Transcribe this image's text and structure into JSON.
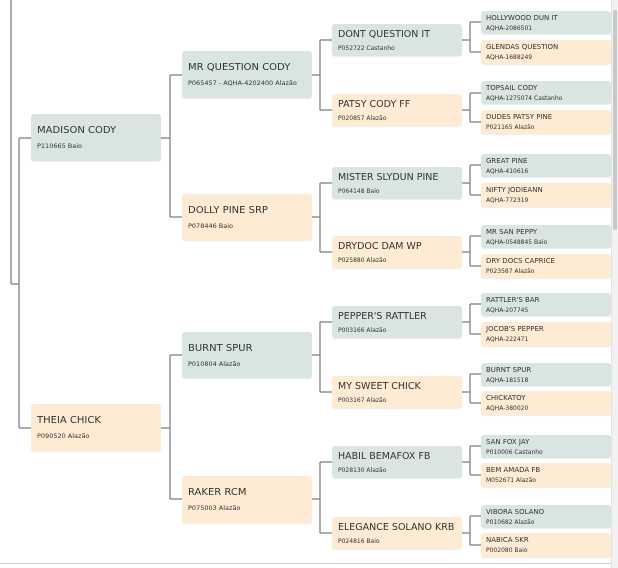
{
  "pedigree": {
    "gen1": [
      {
        "name": "MADISON CODY",
        "reg": "P110665 Baio",
        "sex": "male"
      },
      {
        "name": "THEIA CHICK",
        "reg": "P090520 Alazão",
        "sex": "female"
      }
    ],
    "gen2": [
      {
        "name": "MR QUESTION CODY",
        "reg": "P065457 - AQHA-4202400 Alazão",
        "sex": "male"
      },
      {
        "name": "DOLLY PINE SRP",
        "reg": "P078446 Baio",
        "sex": "female"
      },
      {
        "name": "BURNT SPUR",
        "reg": "P010804 Alazão",
        "sex": "male"
      },
      {
        "name": "RAKER RCM",
        "reg": "P075003 Alazão",
        "sex": "female"
      }
    ],
    "gen3": [
      {
        "name": "DONT QUESTION IT",
        "reg": "P052722 Castanho",
        "sex": "male"
      },
      {
        "name": "PATSY CODY FF",
        "reg": "P020857 Alazão",
        "sex": "female"
      },
      {
        "name": "MISTER SLYDUN PINE",
        "reg": "P064148 Baio",
        "sex": "male"
      },
      {
        "name": "DRYDOC DAM WP",
        "reg": "P025880 Alazão",
        "sex": "female"
      },
      {
        "name": "PEPPER'S RATTLER",
        "reg": "P003166 Alazão",
        "sex": "male"
      },
      {
        "name": "MY SWEET CHICK",
        "reg": "P003167 Alazão",
        "sex": "female"
      },
      {
        "name": "HABIL BEMAFOX FB",
        "reg": "P028130 Alazão",
        "sex": "male"
      },
      {
        "name": "ELEGANCE SOLANO KRB",
        "reg": "P024816 Baio",
        "sex": "female"
      }
    ],
    "gen4": [
      {
        "name": "HOLLYWOOD DUN IT",
        "reg": "AQHA-2086501",
        "sex": "male"
      },
      {
        "name": "GLENDAS QUESTION",
        "reg": "AQHA-1688249",
        "sex": "female"
      },
      {
        "name": "TOPSAIL CODY",
        "reg": "AQHA-1275074 Castanho",
        "sex": "male"
      },
      {
        "name": "DUDES PATSY PINE",
        "reg": "P021165 Alazão",
        "sex": "female"
      },
      {
        "name": "GREAT PINE",
        "reg": "AQHA-410616",
        "sex": "male"
      },
      {
        "name": "NIFTY JODIEANN",
        "reg": "AQHA-772319",
        "sex": "female"
      },
      {
        "name": "MR SAN PEPPY",
        "reg": "AQHA-0548845 Baio",
        "sex": "male"
      },
      {
        "name": "DRY DOCS CAPRICE",
        "reg": "P023587 Alazão",
        "sex": "female"
      },
      {
        "name": "RATTLER'S BAR",
        "reg": "AQHA-207745",
        "sex": "male"
      },
      {
        "name": "JOCOB'S PEPPER",
        "reg": "AQHA-222471",
        "sex": "female"
      },
      {
        "name": "BURNT SPUR",
        "reg": "AQHA-181518",
        "sex": "male"
      },
      {
        "name": "CHICKATOY",
        "reg": "AQHA-380020",
        "sex": "female"
      },
      {
        "name": "SAN FOX JAY",
        "reg": "P010006 Castanho",
        "sex": "male"
      },
      {
        "name": "BEM AMADA FB",
        "reg": "M052671 Alazão",
        "sex": "female"
      },
      {
        "name": "VIBORA SOLANO",
        "reg": "P010682 Alazão",
        "sex": "male"
      },
      {
        "name": "NABICA SKR",
        "reg": "P002080 Baio",
        "sex": "female"
      }
    ]
  },
  "colors": {
    "male": "#d9e5e1",
    "female": "#fdebd3",
    "connector": "#8a8a8a"
  }
}
